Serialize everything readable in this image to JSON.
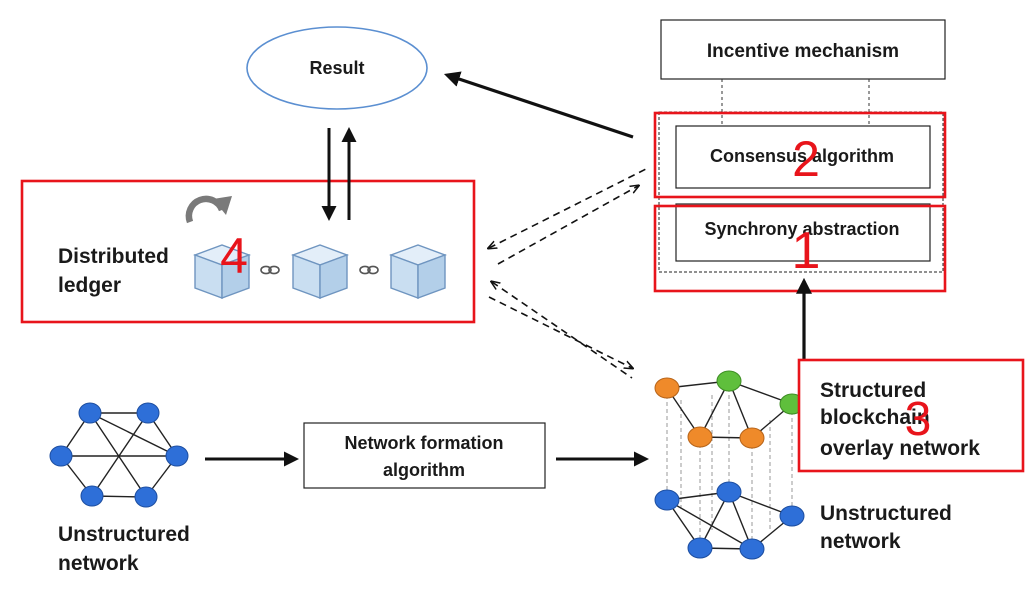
{
  "result": {
    "label": "Result"
  },
  "incentive": {
    "label": "Incentive mechanism"
  },
  "consensus": {
    "label": "Consensus algorithm"
  },
  "synchrony": {
    "label": "Synchrony abstraction"
  },
  "ledger": {
    "line1": "Distributed",
    "line2": "ledger"
  },
  "formation": {
    "line1": "Network formation",
    "line2": "algorithm"
  },
  "unstructured_left": {
    "line1": "Unstructured",
    "line2": "network"
  },
  "unstructured_right": {
    "line1": "Unstructured",
    "line2": "network"
  },
  "overlay": {
    "line1": "Structured",
    "line2": "blockchain",
    "line3": "overlay network"
  },
  "markers": {
    "one": "1",
    "two": "2",
    "three": "3",
    "four": "4"
  },
  "colors": {
    "highlight_red": "#e8141b",
    "result_ellipse": "#5b8fd1",
    "cube_fill": "#c9def1",
    "node_blue": "#2e6fd8",
    "node_orange": "#ef8a2a",
    "node_green": "#5fbf3c"
  },
  "icons": {
    "refresh": "refresh-icon",
    "chain": "chain-link-icon",
    "block": "block-cube-icon"
  }
}
